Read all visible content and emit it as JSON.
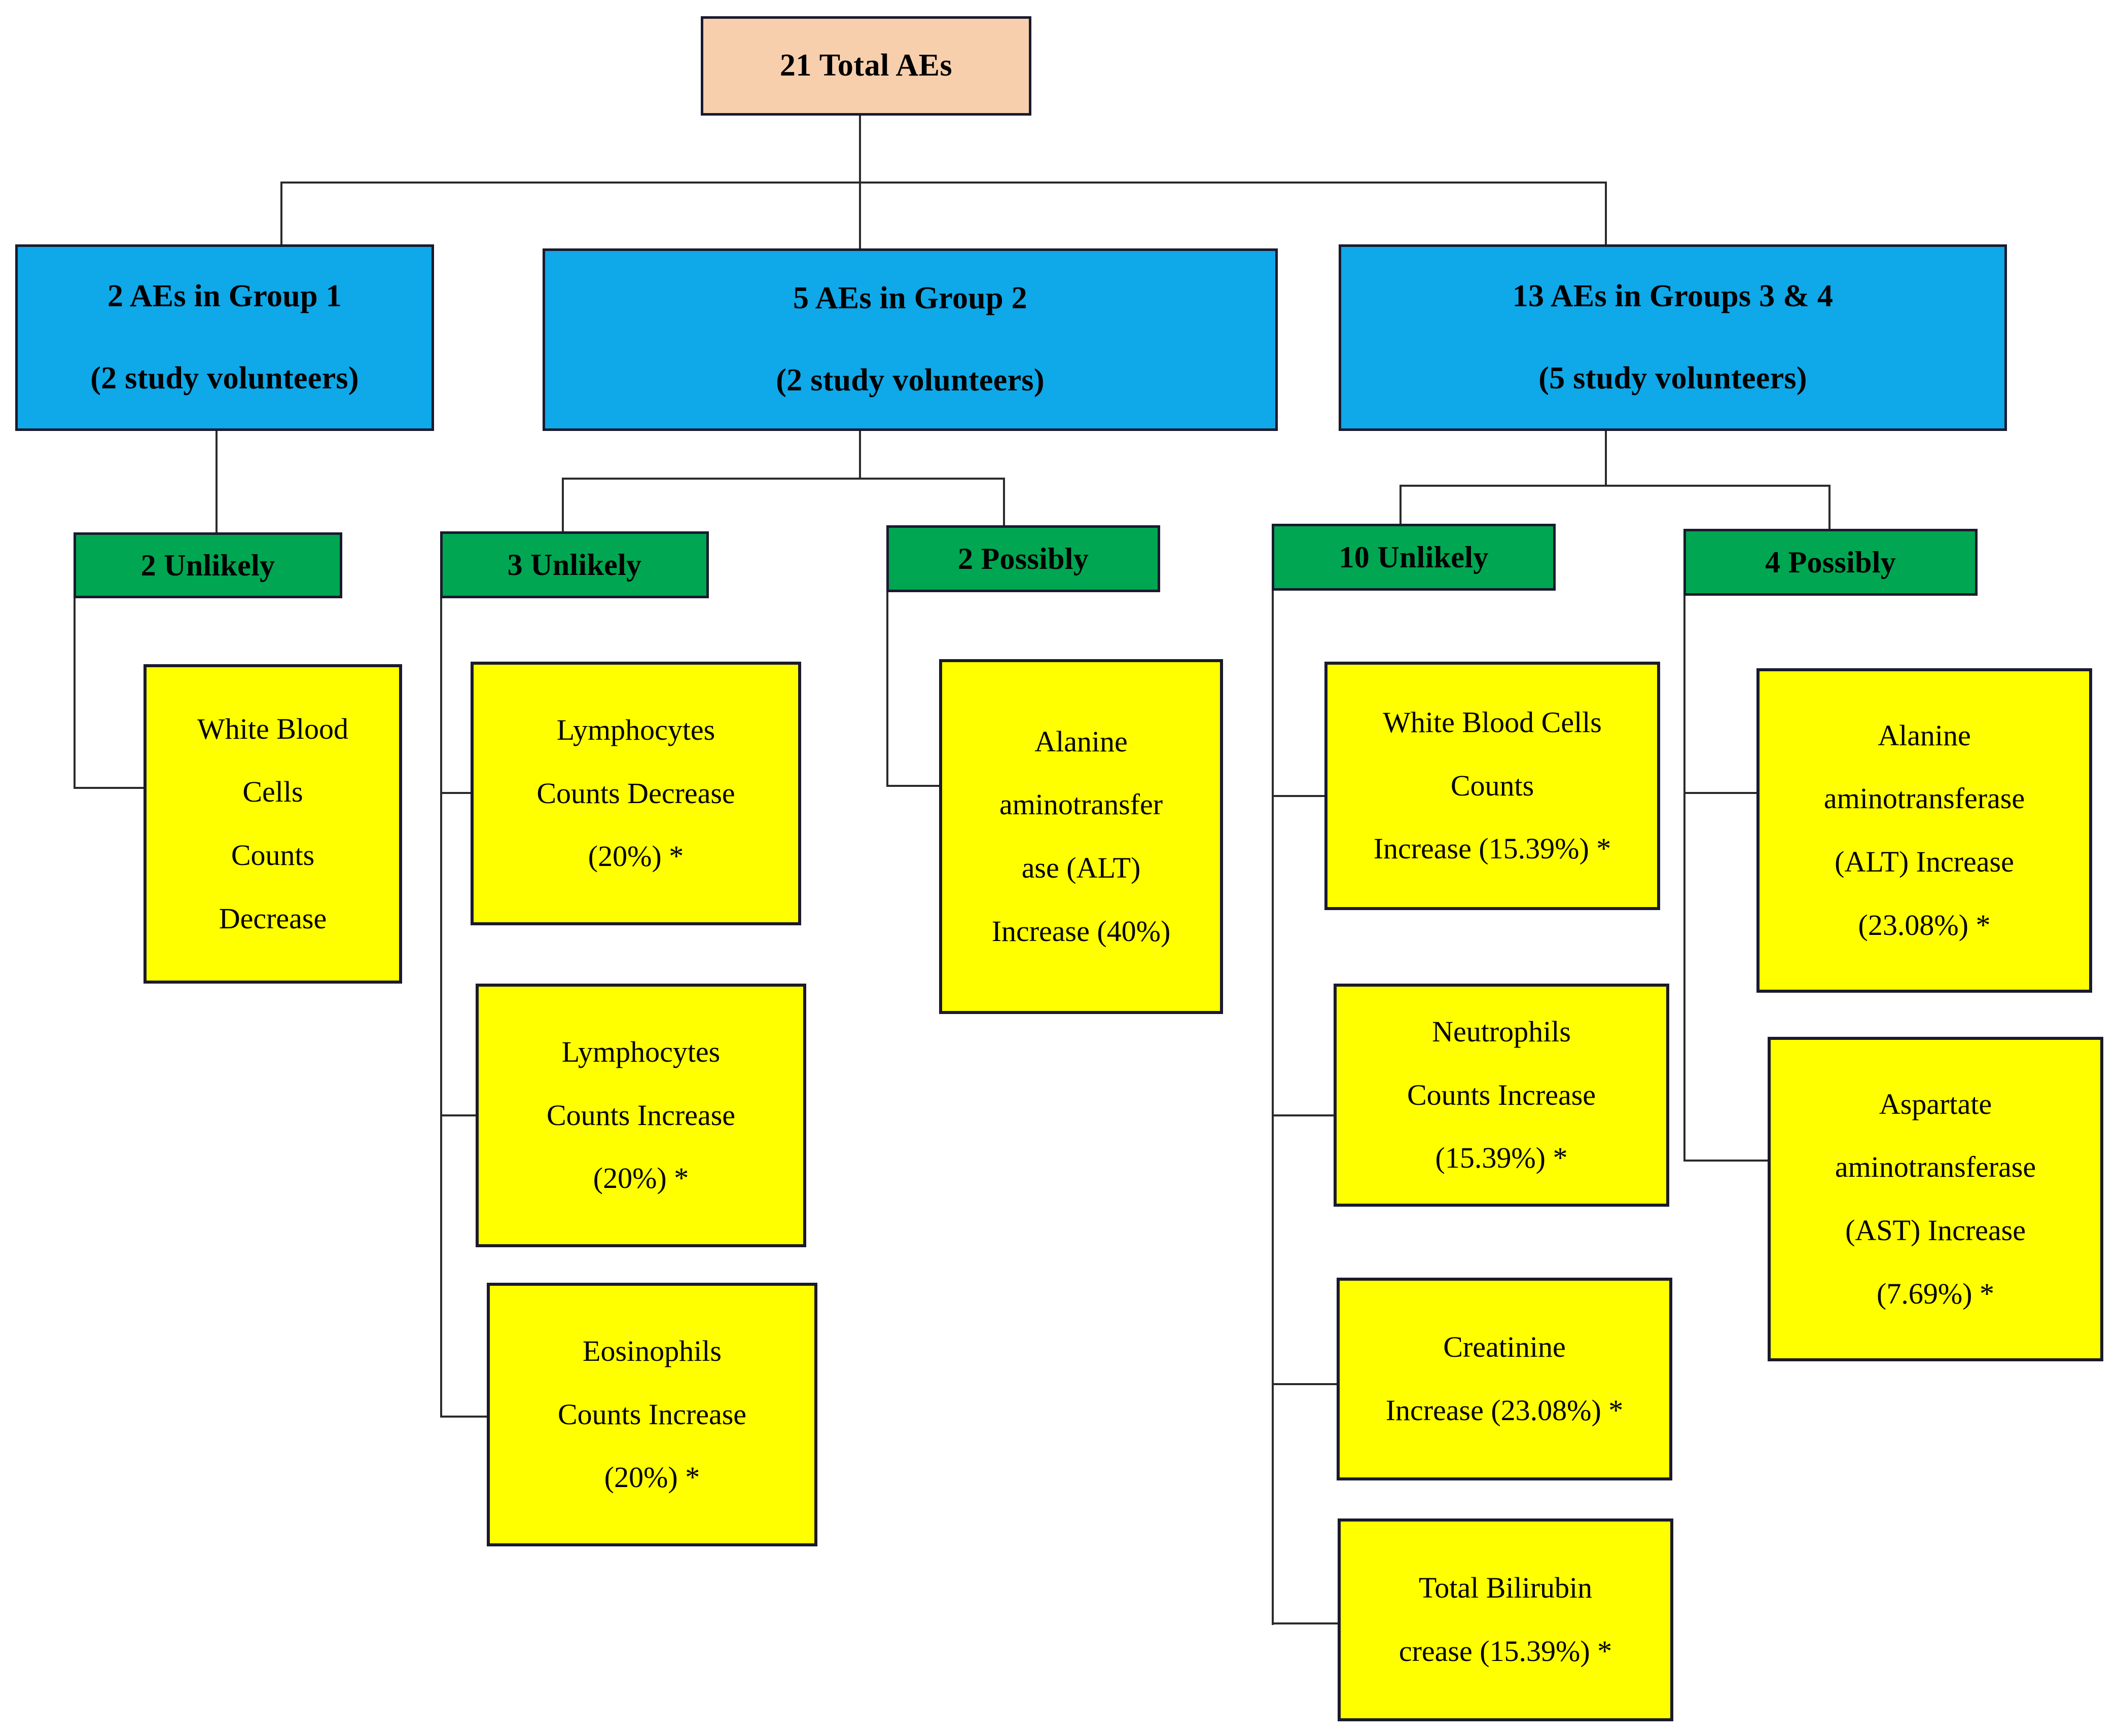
{
  "diagram": {
    "type": "flowchart",
    "title_node": {
      "label": "21 Total AEs"
    },
    "groups": [
      {
        "id": "g1",
        "line1": "2 AEs in Group 1",
        "line2": "(2 study volunteers)"
      },
      {
        "id": "g2",
        "line1": "5 AEs in Group 2",
        "line2": "(2 study volunteers)"
      },
      {
        "id": "g34",
        "line1": "13 AEs in Groups 3 & 4",
        "line2": "(5 study volunteers)"
      }
    ],
    "relatedness": [
      {
        "id": "r1",
        "label": "2 Unlikely"
      },
      {
        "id": "r2",
        "label": "3 Unlikely"
      },
      {
        "id": "r3",
        "label": "2 Possibly"
      },
      {
        "id": "r4",
        "label": "10 Unlikely"
      },
      {
        "id": "r5",
        "label": "4 Possibly"
      }
    ],
    "events": [
      {
        "id": "e1",
        "lines": [
          "White Blood",
          "Cells",
          "Counts",
          "Decrease"
        ]
      },
      {
        "id": "e2",
        "lines": [
          "Lymphocytes",
          "Counts Decrease",
          "(20%) *"
        ]
      },
      {
        "id": "e3",
        "lines": [
          "Lymphocytes",
          "Counts Increase",
          "(20%) *"
        ]
      },
      {
        "id": "e4",
        "lines": [
          "Eosinophils",
          "Counts Increase",
          "(20%) *"
        ]
      },
      {
        "id": "e5",
        "lines": [
          "Alanine",
          "aminotransfer",
          "ase (ALT)",
          "Increase (40%)"
        ]
      },
      {
        "id": "e6",
        "lines": [
          "White Blood Cells",
          "Counts",
          "Increase (15.39%) *"
        ]
      },
      {
        "id": "e7",
        "lines": [
          "Neutrophils",
          "Counts Increase",
          "(15.39%) *"
        ]
      },
      {
        "id": "e8",
        "lines": [
          "Creatinine",
          "Increase (23.08%) *"
        ]
      },
      {
        "id": "e9",
        "lines": [
          "Total Bilirubin",
          "crease (15.39%) *"
        ]
      },
      {
        "id": "e10",
        "lines": [
          "Alanine",
          "aminotransferase",
          "(ALT) Increase",
          "(23.08%) *"
        ]
      },
      {
        "id": "e11",
        "lines": [
          "Aspartate",
          "aminotransferase",
          "(AST) Increase",
          "(7.69%) *"
        ]
      }
    ],
    "colors": {
      "root_fill": "#f7cfad",
      "group_fill": "#0fa8e8",
      "relatedness_fill": "#00a651",
      "event_fill": "#ffff00",
      "border": "#1a1a2e",
      "connector": "#2b2b2b",
      "background": "#ffffff"
    }
  }
}
